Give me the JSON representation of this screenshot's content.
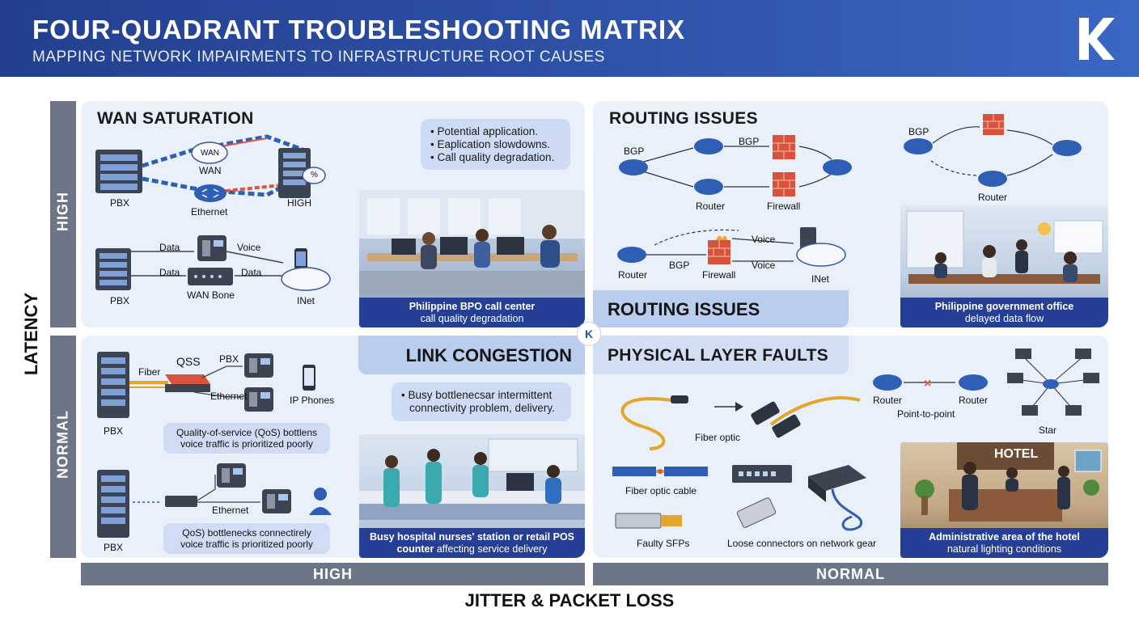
{
  "header": {
    "title": "FOUR-QUADRANT TROUBLESHOOTING MATRIX",
    "subtitle": "MAPPING NETWORK IMPAIRMENTS TO INFRASTRUCTURE ROOT CAUSES"
  },
  "axes": {
    "y_title": "LATENCY",
    "x_title": "JITTER & PACKET LOSS",
    "rows": [
      "HIGH",
      "NORMAL"
    ],
    "cols": [
      "HIGH",
      "NORMAL"
    ]
  },
  "center_badge": "K",
  "colors": {
    "header": "#2c4fa3",
    "quadrant_bg": "#e9f0fa",
    "caption_bg": "#263f96",
    "band": "#6c7686",
    "router": "#2f5fb5",
    "firewall": "#d9533c"
  },
  "wan_saturation": {
    "title": "WAN SATURATION",
    "labels": {
      "pbx1": "PBX",
      "wan_cloud": "WAN",
      "wan": "WAN",
      "ethernet": "Ethernet",
      "high": "HIGH",
      "percent": "%",
      "data1": "Data",
      "voice": "Voice",
      "data2": "Data",
      "data3": "Data",
      "pbx2": "PBX",
      "wan_bone": "WAN Bone",
      "inet": "INet"
    },
    "bubble": [
      "• Potential application.",
      "• Eaplication slowdowns.",
      "• Call quality degradation."
    ],
    "caption_title": "Philippine BPO call center",
    "caption_sub": "call quality degradation"
  },
  "routing_issues": {
    "title": "ROUTING ISSUES",
    "banner": "ROUTING ISSUES",
    "labels": {
      "bgp1": "BGP",
      "bgp2": "BGP",
      "router1": "Router",
      "firewall1": "Firewall",
      "bgp_right": "BGP",
      "router_right": "Router",
      "voice1": "Voice",
      "voice2": "Voice",
      "router2": "Router",
      "bgp3": "BGP",
      "firewall2": "Firewall",
      "inet": "INet"
    },
    "caption_title": "Philippine government office",
    "caption_sub": "delayed data flow"
  },
  "link_congestion": {
    "title": "LINK CONGESTION",
    "labels": {
      "fiber": "Fiber",
      "qss": "QSS",
      "pbx_phone": "PBX",
      "ethernet1": "Ethernet",
      "ip_phones": "IP Phones",
      "pbx1": "PBX",
      "ethernet2": "Ethernet",
      "pbx2": "PBX"
    },
    "note1": [
      "Quality-of-service (QoS) bottlens",
      "voice traffic is prioritized poorly"
    ],
    "note2": [
      "QoS) bottlenecks connectirely",
      "voice traffic is prioritized poorly"
    ],
    "bubble": [
      "• Busy bottlenecsar intermittent",
      "connectivity problem, delivery."
    ],
    "caption_title": "Busy hospital nurses' station or retail POS",
    "caption_sub_bold": "counter",
    "caption_sub": " affecting service delivery"
  },
  "physical_layer": {
    "title": "PHYSICAL LAYER FAULTS",
    "labels": {
      "fiber_optic": "Fiber optic",
      "router1": "Router",
      "router2": "Router",
      "point_to_point": "Point-to-point",
      "star": "Star",
      "fiber_optic_cable": "Fiber optic cable",
      "faulty_sfps": "Faulty SFPs",
      "loose_connectors": "Loose connectors on network gear",
      "hotel": "HOTEL"
    },
    "caption_title": "Administrative area of the hotel",
    "caption_sub": "natural lighting conditions"
  }
}
